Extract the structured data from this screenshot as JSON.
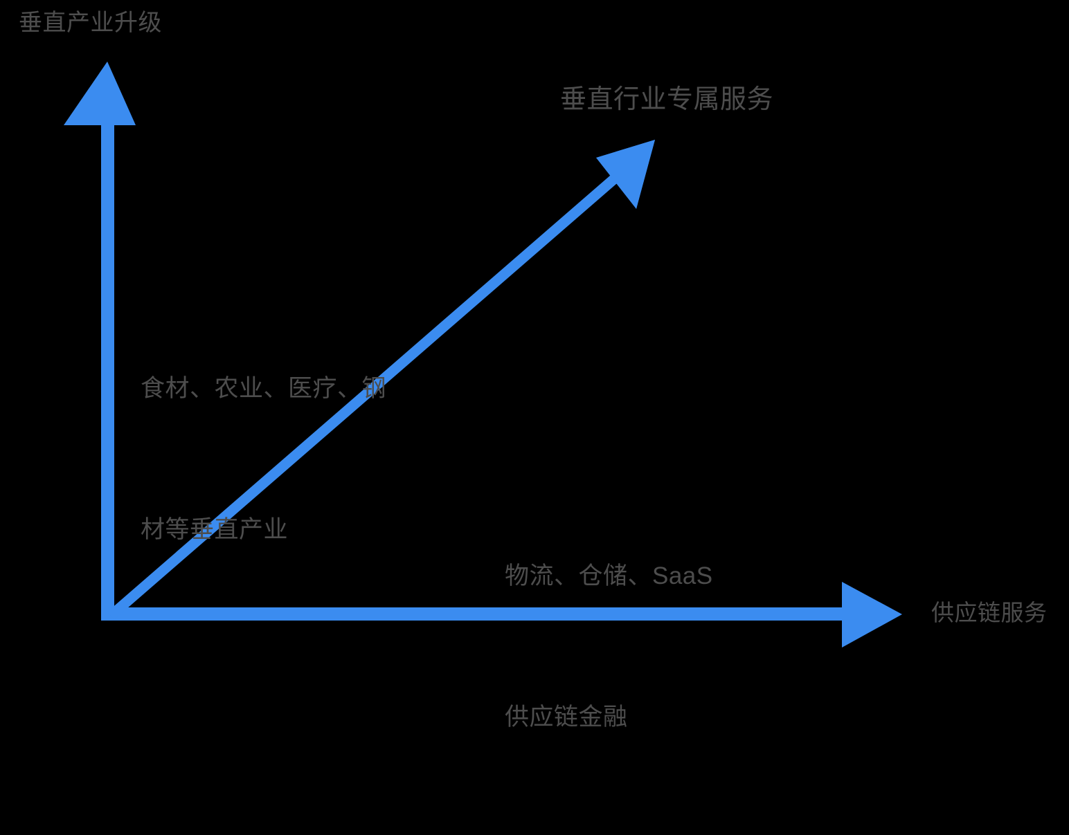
{
  "diagram": {
    "type": "two-axis-arrow-diagram",
    "background_color": "#000000",
    "accent_color": "#3b8cf0",
    "text_color": "#4d4d4d",
    "y_axis": {
      "label": "垂直产业升级",
      "arrow_direction": "up",
      "origin": [
        163,
        886
      ],
      "tip": [
        155,
        89
      ]
    },
    "x_axis": {
      "label": "供应链服务",
      "arrow_direction": "right",
      "origin": [
        155,
        886
      ],
      "tip": [
        1303,
        888
      ]
    },
    "diagonal_arrow": {
      "label": "垂直行业专属服务",
      "from": [
        166,
        884
      ],
      "to": [
        943,
        204
      ],
      "stroke_width": 14
    },
    "notes": [
      {
        "name": "vertical-industry-note",
        "lines": [
          "食材、农业、医疗、钢",
          "材等垂直产业"
        ]
      },
      {
        "name": "supply-chain-service-note",
        "lines": [
          "物流、仓储、SaaS",
          "供应链金融"
        ]
      }
    ]
  }
}
